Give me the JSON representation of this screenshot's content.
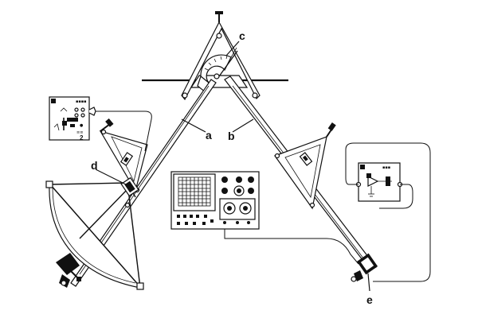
{
  "labels": {
    "a": "a",
    "b": "b",
    "c": "c",
    "d": "d",
    "e": "e"
  },
  "instrument_left": {
    "tag": "2"
  },
  "colors": {
    "ink": "#111111",
    "background": "#ffffff"
  },
  "icons": [
    "knob-icon",
    "screw-clamp-icon",
    "plug-icon"
  ]
}
